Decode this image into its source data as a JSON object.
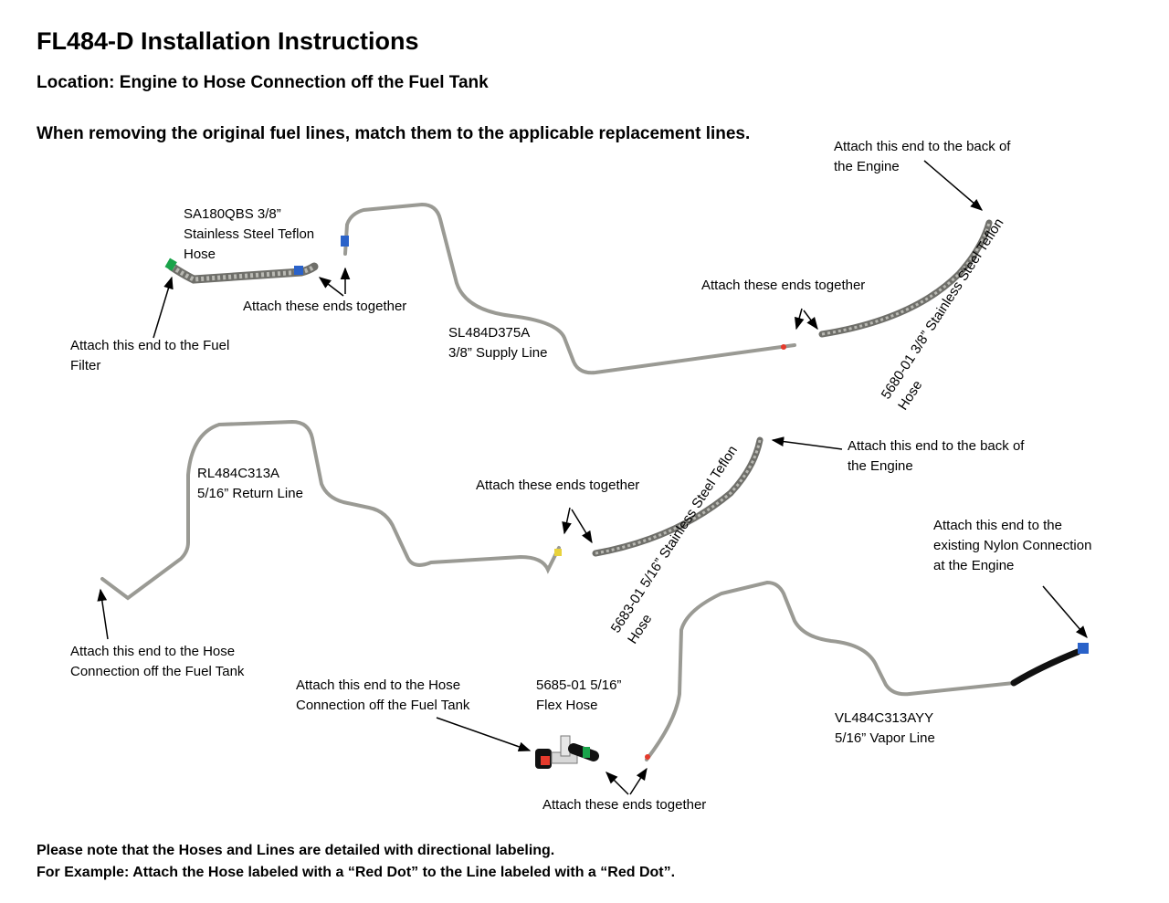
{
  "header": {
    "title": "FL484-D Installation Instructions",
    "location": "Location: Engine to Hose Connection off the Fuel Tank",
    "instruction": "When removing the original fuel lines, match them to the applicable replacement lines."
  },
  "parts": {
    "sa180qbs": {
      "line1": "SA180QBS 3/8”",
      "line2": "Stainless Steel Teflon",
      "line3": "Hose"
    },
    "sl484d375a": {
      "line1": "SL484D375A",
      "line2": "3/8” Supply Line"
    },
    "p5680": {
      "line1": "5680-01 3/8” Stainless Steel Teflon",
      "line2": "Hose"
    },
    "rl484c313a": {
      "line1": "RL484C313A",
      "line2": "5/16” Return Line"
    },
    "p5683": {
      "line1": "5683-01 5/16” Stainless Steel Teflon",
      "line2": "Hose"
    },
    "p5685": {
      "line1": "5685-01 5/16”",
      "line2": "Flex Hose"
    },
    "vl484c313ayy": {
      "line1": "VL484C313AYY",
      "line2": "5/16” Vapor Line"
    }
  },
  "callouts": {
    "engine_back_1": {
      "line1": "Attach this end to the back of",
      "line2": "the Engine"
    },
    "ends_together_1": "Attach these ends together",
    "ends_together_2": "Attach these ends together",
    "fuel_filter": {
      "line1": "Attach this end to the Fuel",
      "line2": "Filter"
    },
    "engine_back_2": {
      "line1": "Attach this end to the back of",
      "line2": "the Engine"
    },
    "ends_together_3": "Attach these ends together",
    "nylon_connection": {
      "line1": "Attach this end to the",
      "line2": "existing Nylon Connection",
      "line3": "at the Engine"
    },
    "fuel_tank_1": {
      "line1": "Attach this end to the Hose",
      "line2": "Connection off the Fuel Tank"
    },
    "fuel_tank_2": {
      "line1": "Attach this end to the Hose",
      "line2": "Connection off the Fuel Tank"
    },
    "ends_together_4": "Attach these ends together"
  },
  "footer": {
    "note1": "Please note that the Hoses and Lines are detailed with directional labeling.",
    "note2": "For Example: Attach the Hose labeled with a “Red Dot” to the Line labeled with a “Red Dot”."
  },
  "colors": {
    "steel": "#9a9a94",
    "braid": "#7d7d78",
    "blue_band": "#2a62c9",
    "green_band": "#1aa34a",
    "red_dot": "#e53a2c",
    "yellow_band": "#e8d23c",
    "black_hose": "#111111"
  }
}
